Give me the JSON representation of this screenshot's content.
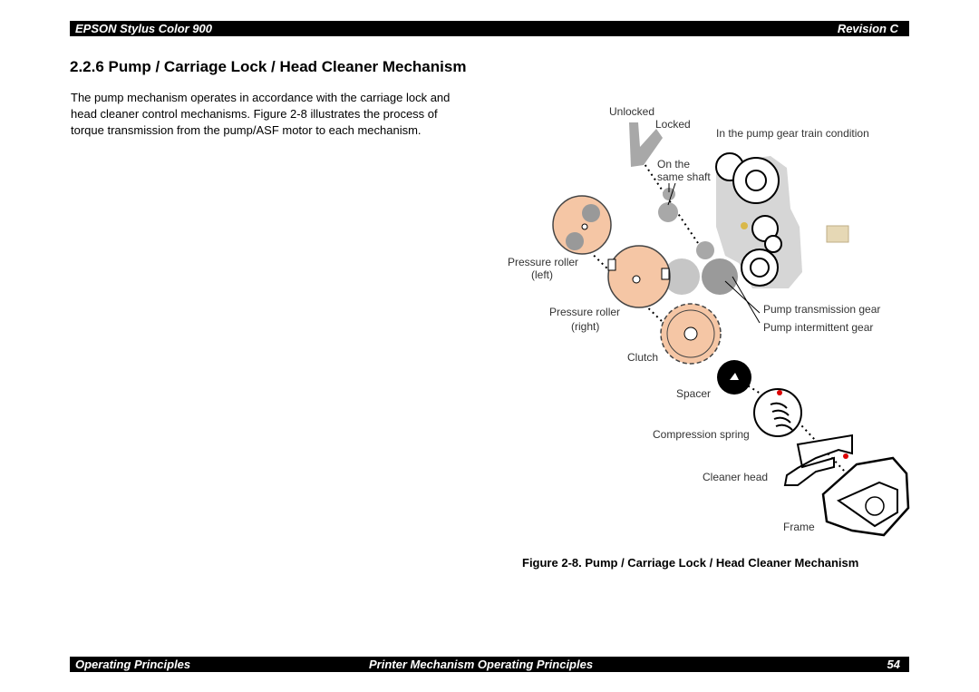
{
  "header": {
    "left": "EPSON Stylus Color 900",
    "right": "Revision C"
  },
  "section": {
    "title": "2.2.6  Pump / Carriage Lock / Head Cleaner Mechanism"
  },
  "body": {
    "paragraph": "The pump mechanism operates in accordance with the carriage lock and head cleaner control mechanisms. Figure 2-8 illustrates the process of torque transmission from the pump/ASF motor to each mechanism."
  },
  "figure": {
    "caption": "Figure 2-8.  Pump / Carriage Lock / Head Cleaner Mechanism",
    "labels": {
      "unlocked": "Unlocked",
      "locked": "Locked",
      "pump_gear_train": "In the pump gear train condition",
      "on_the": "On the",
      "same_shaft": "same shaft",
      "pressure_roller_left_1": "Pressure roller",
      "pressure_roller_left_2": "(left)",
      "pressure_roller_right_1": "Pressure roller",
      "pressure_roller_right_2": "(right)",
      "pump_transmission_gear": "Pump transmission gear",
      "pump_intermittent_gear": "Pump intermittent gear",
      "clutch": "Clutch",
      "spacer": "Spacer",
      "compression_spring": "Compression spring",
      "cleaner_head": "Cleaner head",
      "frame": "Frame"
    }
  },
  "footer": {
    "left": "Operating Principles",
    "center": "Printer Mechanism Operating Principles",
    "page": "54"
  }
}
